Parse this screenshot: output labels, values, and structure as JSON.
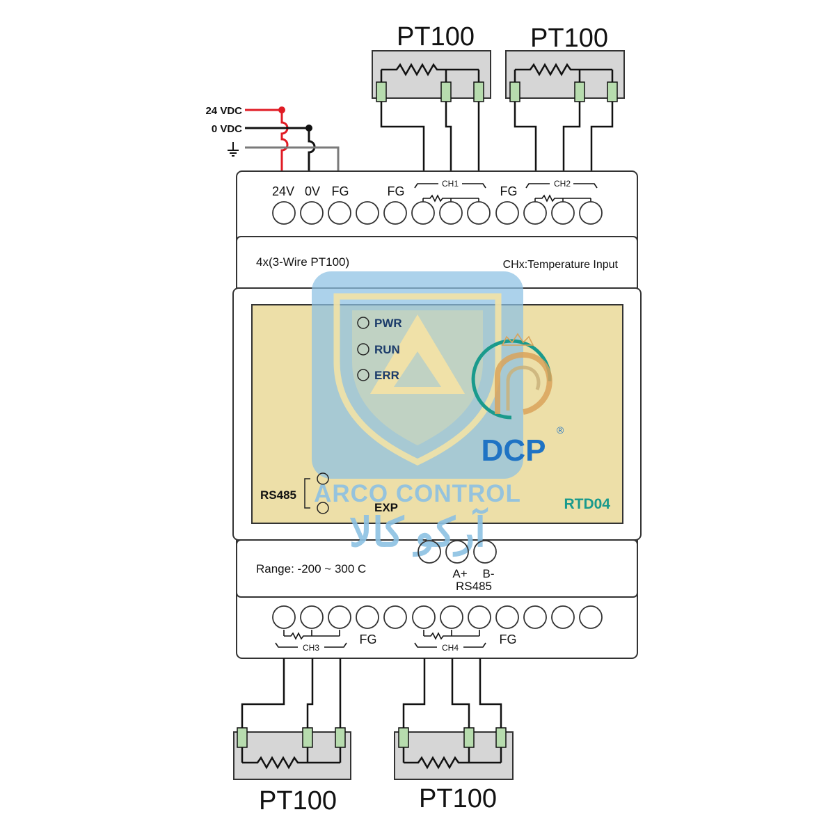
{
  "sensors": {
    "top_left": "PT100",
    "top_right": "PT100",
    "bottom_left": "PT100",
    "bottom_right": "PT100"
  },
  "power": {
    "v24": "24 VDC",
    "v0": "0 VDC",
    "ground_symbol": "earth-ground-icon"
  },
  "top_terminals": {
    "t24v": "24V",
    "t0v": "0V",
    "fg1": "FG",
    "fg2": "FG",
    "fg3": "FG",
    "ch1": "CH1",
    "ch2": "CH2"
  },
  "module": {
    "channels_label": "4x(3-Wire PT100)",
    "chx_label": "CHx:Temperature Input",
    "range": "Range: -200 ~ 300 C",
    "model": "RTD04",
    "brand": "DCP",
    "registered": "®"
  },
  "leds": {
    "pwr": "PWR",
    "run": "RUN",
    "err": "ERR",
    "rs485": "RS485",
    "exp": "EXP"
  },
  "rs485_port": {
    "a_plus": "A+",
    "b_minus": "B-",
    "label": "RS485"
  },
  "bottom_terminals": {
    "ch3": "CH3",
    "ch4": "CH4",
    "fg1": "FG",
    "fg2": "FG"
  },
  "watermark": {
    "latin": "ARCO CONTROL",
    "persian": "آرکو کالا"
  },
  "colors": {
    "wire_24v": "#e01b24",
    "wire_0v": "#111111",
    "wire_ground": "#7a7a7a",
    "panel": "#eddfa8",
    "model_text": "#1a9a8c",
    "connector": "#b7dcae",
    "sensor_body": "#d6d6d6",
    "watermark_blue": "#8cc1e3"
  }
}
